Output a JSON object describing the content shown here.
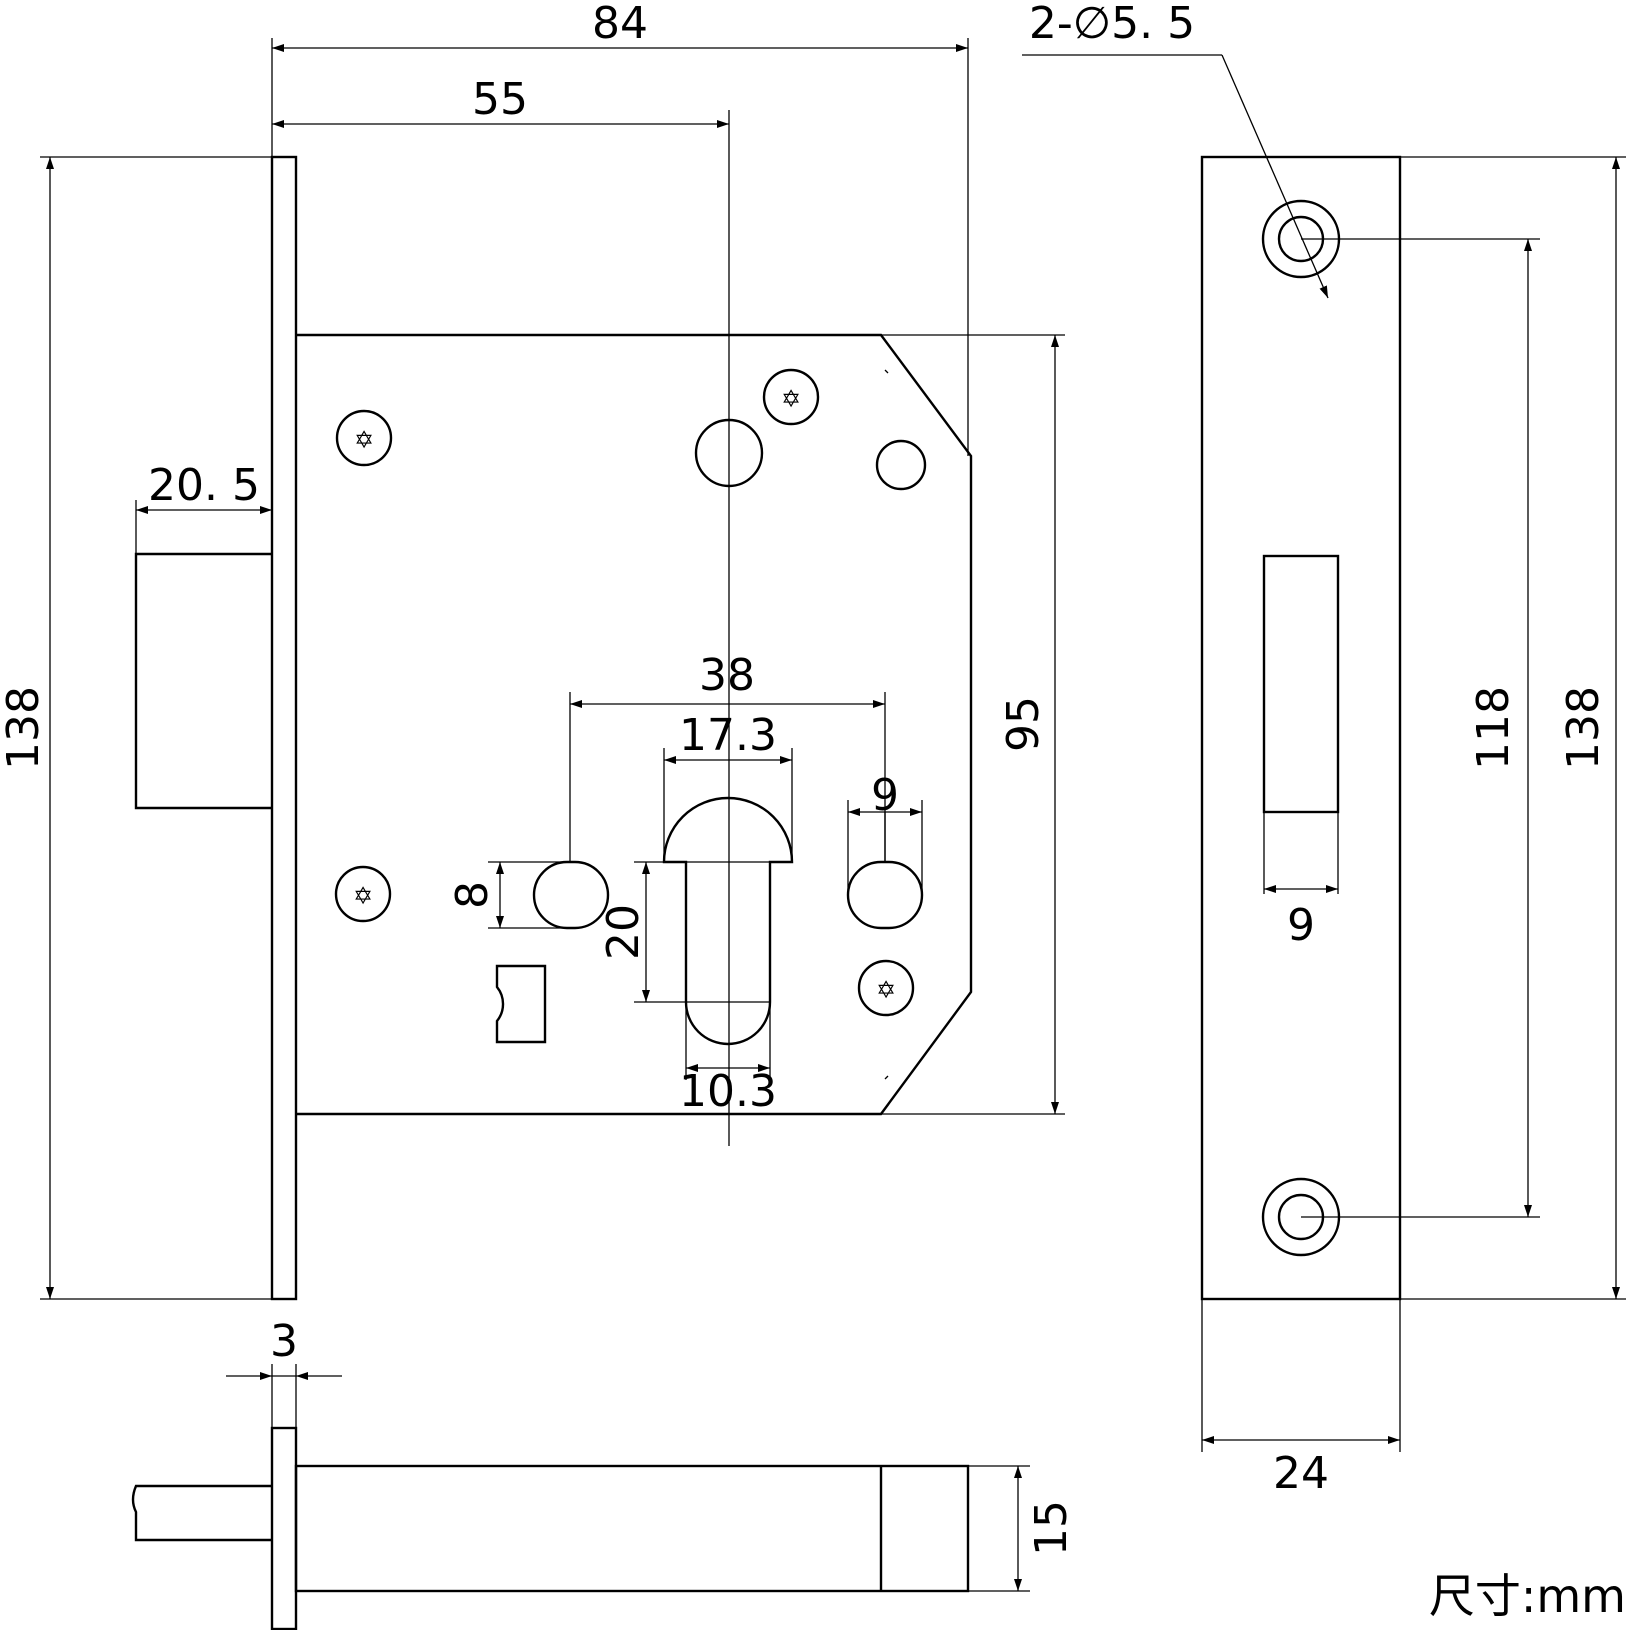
{
  "dimensions": {
    "overall_width": "84",
    "backset": "55",
    "bolt_throw": "20. 5",
    "faceplate_height_left": "138",
    "case_height": "95",
    "cam_to_hole": "38",
    "cylinder_top_width": "17.3",
    "right_hole_width": "9",
    "left_hole_height": "8",
    "cylinder_slot_height": "20",
    "cylinder_bottom_width": "10.3",
    "faceplate_thickness": "3",
    "case_depth": "15",
    "strike_hole_spec": "2-∅5. 5",
    "strike_hole_spacing": "118",
    "strike_height": "138",
    "strike_slot_width": "9",
    "strike_width": "24"
  },
  "units_label": "尺寸:mm",
  "colors": {
    "line": "#000000",
    "background": "#ffffff"
  }
}
